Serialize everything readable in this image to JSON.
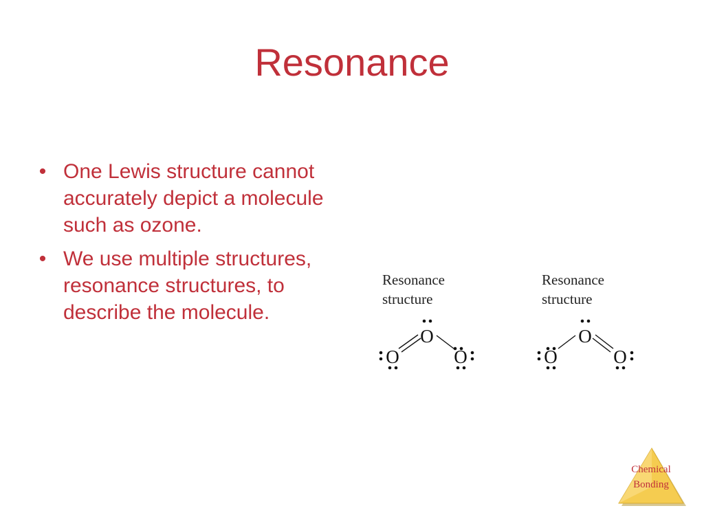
{
  "slide": {
    "title": "Resonance",
    "bullets": [
      "One Lewis structure cannot accurately depict a molecule such as ozone.",
      "We use multiple structures, resonance structures, to describe the molecule."
    ],
    "bullet_glyph": "•"
  },
  "figure": {
    "structures": [
      {
        "label_line1": "Resonance",
        "label_line2": "structure",
        "left_atom": "O",
        "center_atom": "O",
        "right_atom": "O"
      },
      {
        "label_line1": "Resonance",
        "label_line2": "structure",
        "left_atom": "O",
        "center_atom": "O",
        "right_atom": "O"
      }
    ]
  },
  "logo": {
    "line1": "Chemical",
    "line2": "Bonding"
  },
  "colors": {
    "accent": "#c0303a",
    "logo_fill": "#f5cc50"
  }
}
